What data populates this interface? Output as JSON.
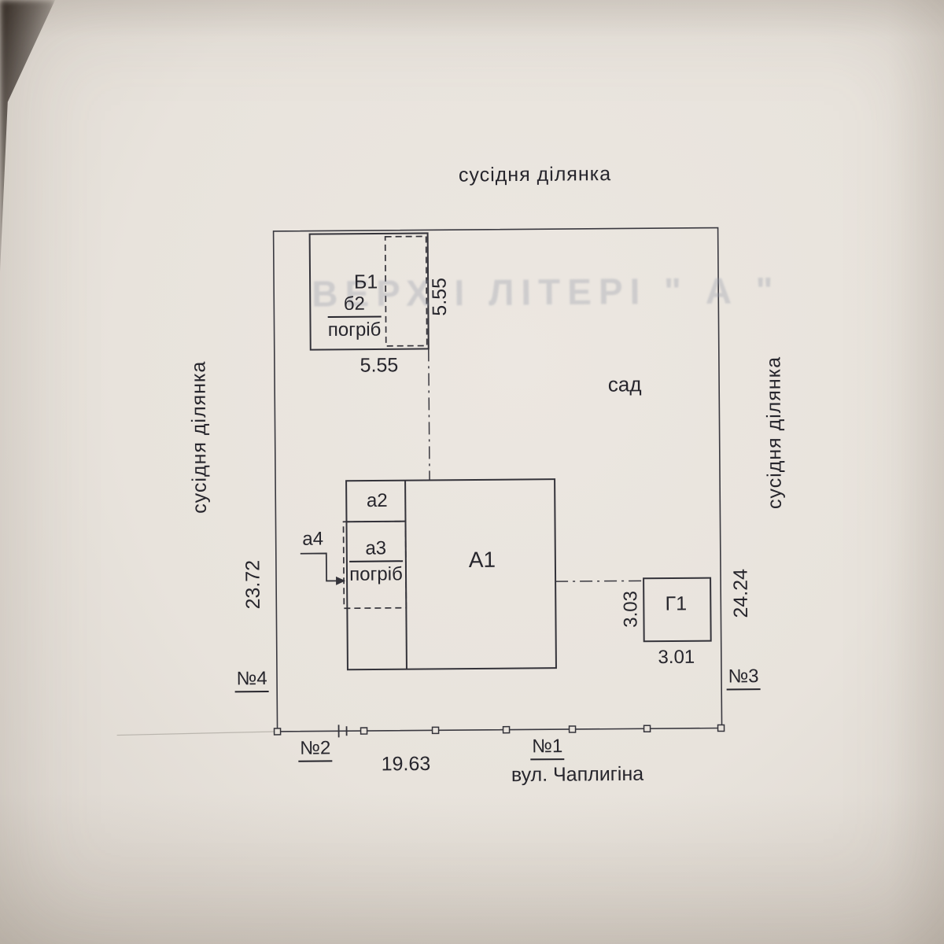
{
  "colors": {
    "paper": "#e8e3dc",
    "ink": "#26252c",
    "line": "#34333a",
    "watermark": "rgba(147,152,167,0.33)"
  },
  "neighbors": {
    "top": "сусідня  ділянка",
    "left": "сусідня  ділянка",
    "right": "сусідня  ділянка"
  },
  "area_labels": {
    "garden": "сад",
    "street": "вул. Чаплигіна"
  },
  "watermark_text": "ВЕРХ  І  ЛІТЕРІ  \" А \"",
  "buildings": {
    "b1": {
      "label": "Б1"
    },
    "b2": {
      "label": "б2",
      "sublabel": "погріб"
    },
    "a1": {
      "label": "А1"
    },
    "a2": {
      "label": "а2"
    },
    "a3": {
      "label": "а3",
      "sublabel": "погріб"
    },
    "a4": {
      "label": "а4"
    },
    "g1": {
      "label": "Г1"
    }
  },
  "dimensions": {
    "b1_width": "5.55",
    "b1_depth": "5.55",
    "left_boundary": "23.72",
    "right_boundary": "24.24",
    "g1_depth": "3.03",
    "g1_width": "3.01",
    "street_frontage": "19.63"
  },
  "corner_markers": {
    "n1": "№1",
    "n2": "№2",
    "n3": "№3",
    "n4": "№4"
  }
}
